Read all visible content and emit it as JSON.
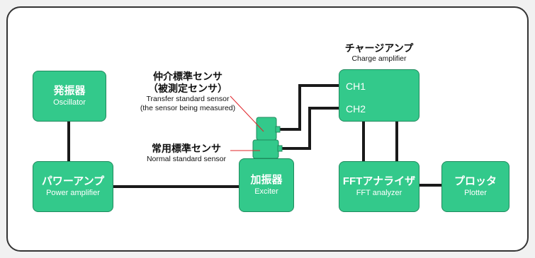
{
  "colors": {
    "box": "#33c98b",
    "wire": "#1a1a1a",
    "pointer": "#e0242a",
    "frame": "#333333"
  },
  "oscillator": {
    "jp": "発振器",
    "en": "Oscillator"
  },
  "power_amp": {
    "jp": "パワーアンプ",
    "en": "Power amplifier"
  },
  "exciter": {
    "jp": "加振器",
    "en": "Exciter"
  },
  "charge_amp": {
    "jp": "チャージアンプ",
    "en": "Charge amplifier",
    "ch1": "CH1",
    "ch2": "CH2"
  },
  "fft": {
    "jp": "FFTアナライザ",
    "en": "FFT analyzer"
  },
  "plotter": {
    "jp": "プロッタ",
    "en": "Plotter"
  },
  "transfer_sensor": {
    "jp1": "仲介標準センサ",
    "jp2": "（被測定センサ）",
    "en1": "Transfer standard sensor",
    "en2": "(the sensor being measured)"
  },
  "normal_sensor": {
    "jp": "常用標準センサ",
    "en": "Normal standard sensor"
  }
}
